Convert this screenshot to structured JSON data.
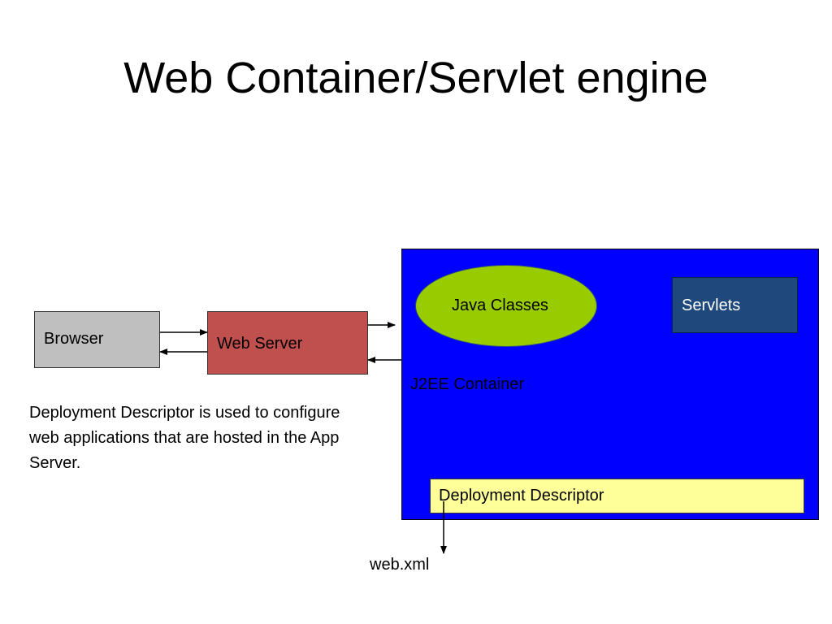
{
  "slide": {
    "title": "Web Container/Servlet engine",
    "description": "Deployment Descriptor is used to configure web applications that are hosted in the App Server."
  },
  "diagram": {
    "browser_label": "Browser",
    "web_server_label": "Web Server",
    "j2ee_container_label": "J2EE Container",
    "java_classes_label": "Java Classes",
    "servlets_label": "Servlets",
    "deployment_descriptor_label": "Deployment Descriptor",
    "web_xml_label": "web.xml"
  },
  "colors": {
    "browser": "#bfbfbf",
    "web_server": "#c0504d",
    "j2ee_container": "#0000ff",
    "java_classes": "#99cc00",
    "servlets": "#1f497d",
    "deployment_descriptor": "#ffff99"
  }
}
